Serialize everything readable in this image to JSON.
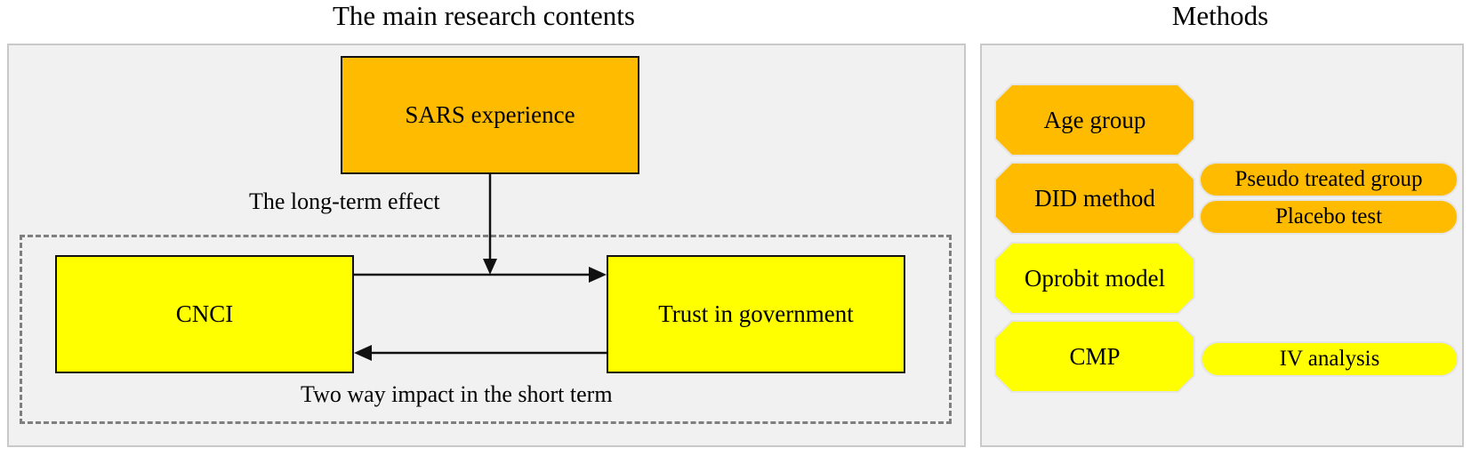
{
  "left_panel": {
    "title": "The main research contents",
    "nodes": {
      "sars": "SARS experience",
      "cnci": "CNCI",
      "trust": "Trust in government"
    },
    "labels": {
      "long_term": "The long-term  effect",
      "two_way": "Two way impact in the short term"
    }
  },
  "right_panel": {
    "title": "Methods",
    "methods": [
      {
        "label": "Age group",
        "color": "#ffbb00"
      },
      {
        "label": "DID method",
        "color": "#ffbb00"
      },
      {
        "label": "Oprobit model",
        "color": "#ffff00"
      },
      {
        "label": "CMP",
        "color": "#ffff00"
      }
    ],
    "sub_methods": [
      {
        "label": "Pseudo treated group",
        "color": "#ffbb00"
      },
      {
        "label": "Placebo test",
        "color": "#ffbb00"
      },
      {
        "label": "IV analysis",
        "color": "#ffff00"
      }
    ]
  }
}
